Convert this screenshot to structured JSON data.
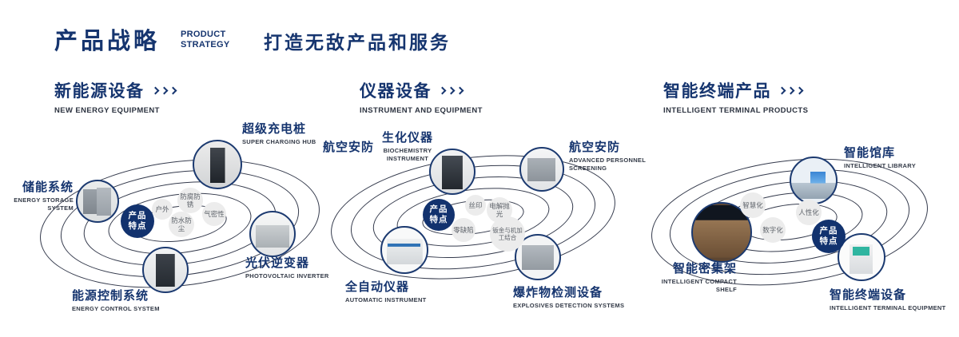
{
  "header": {
    "title": "产品战略",
    "subtitle_line1": "PRODUCT",
    "subtitle_line2": "STRATEGY",
    "slogan": "打造无敌产品和服务"
  },
  "badge_label": {
    "line1": "产品",
    "line2": "特点"
  },
  "colors": {
    "navy": "#16356f",
    "ring_line": "#343a4c",
    "bubble_bg": "#ececec",
    "badge_bg": "#12326e"
  },
  "sections": [
    {
      "title": "新能源设备",
      "subtitle": "NEW ENERGY EQUIPMENT",
      "nodes": [
        {
          "label": "储能系统",
          "en": "ENERGY STORAGE SYSTEM"
        },
        {
          "label": "超级充电桩",
          "en": "SUPER CHARGING HUB"
        },
        {
          "label": "光伏逆变器",
          "en": "PHOTOVOLTAIC INVERTER"
        },
        {
          "label": "能源控制系统",
          "en": "ENERGY CONTROL SYSTEM"
        }
      ],
      "bubbles": [
        "户外",
        "防腐防锈",
        "气密性",
        "防水防尘"
      ]
    },
    {
      "title": "仪器设备",
      "subtitle": "INSTRUMENT AND EQUIPMENT",
      "extra_label": "航空安防",
      "nodes": [
        {
          "label": "生化仪器",
          "en": "BIOCHEMISTRY INSTRUMENT"
        },
        {
          "label": "航空安防",
          "en": "ADVANCED PERSONNEL SCREENING"
        },
        {
          "label": "全自动仪器",
          "en": "AUTOMATIC INSTRUMENT"
        },
        {
          "label": "爆炸物检测设备",
          "en": "EXPLOSIVES DETECTION SYSTEMS"
        }
      ],
      "bubbles": [
        "丝印",
        "电解抛光",
        "零缺陷",
        "钣金与机加工结合"
      ]
    },
    {
      "title": "智能终端产品",
      "subtitle": "INTELLIGENT TERMINAL PRODUCTS",
      "nodes": [
        {
          "label": "智能馆库",
          "en": "INTELLIGENT LIBRARY"
        },
        {
          "label": "智能密集架",
          "en": "INTELLIGENT COMPACT SHELF"
        },
        {
          "label": "智能终端设备",
          "en": "INTELLIGENT TERMINAL EQUIPMENT"
        }
      ],
      "bubbles": [
        "智慧化",
        "人性化",
        "数字化"
      ]
    }
  ]
}
